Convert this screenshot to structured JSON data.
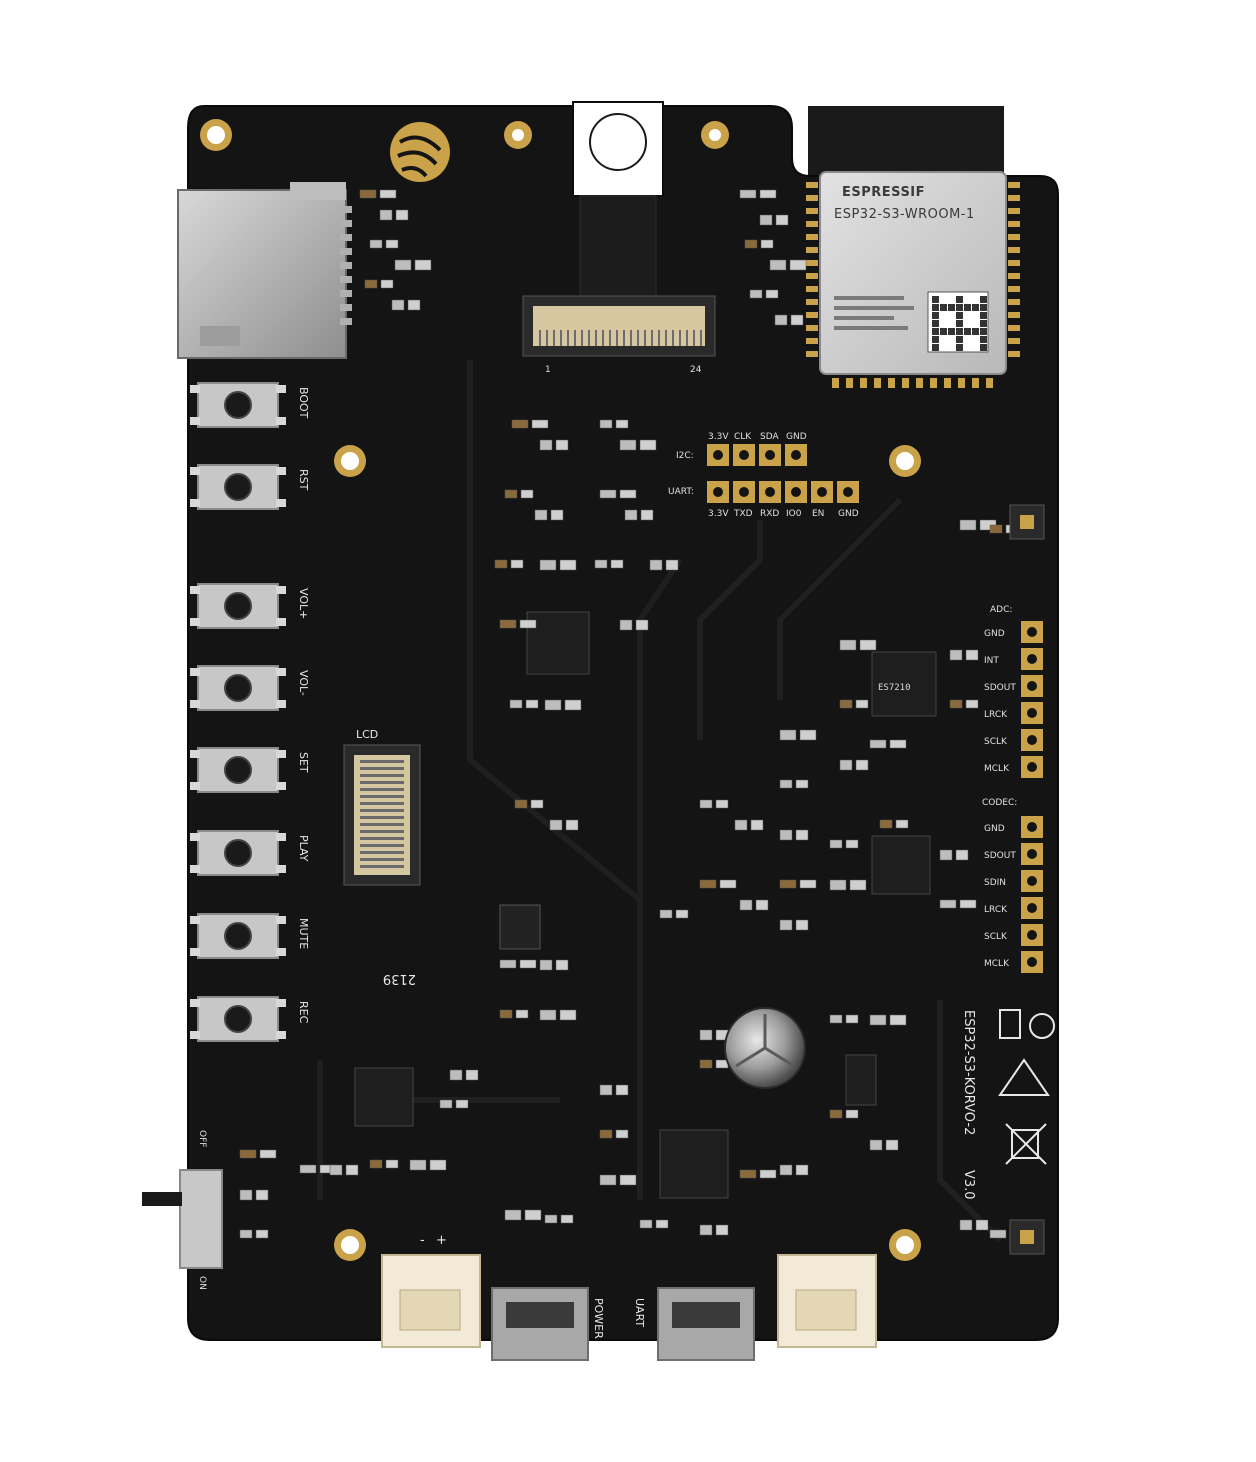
{
  "board": {
    "module_brand": "ESPRESSIF",
    "module_name": "ESP32-S3-WROOM-1",
    "board_name": "ESP32-S3-KORVO-2",
    "board_version": "V3.0",
    "date_code": "2139",
    "pcb_color": "#141414",
    "silk_color": "#e8e8e8",
    "gold_color": "#c9a24a"
  },
  "buttons": [
    {
      "label": "BOOT"
    },
    {
      "label": "RST"
    },
    {
      "label": "VOL+"
    },
    {
      "label": "VOL-"
    },
    {
      "label": "SET"
    },
    {
      "label": "PLAY"
    },
    {
      "label": "MUTE"
    },
    {
      "label": "REC"
    }
  ],
  "headers": {
    "i2c_label": "I2C:",
    "i2c_pins": [
      "3.3V",
      "CLK",
      "SDA",
      "GND"
    ],
    "uart_label": "UART:",
    "uart_pins": [
      "3.3V",
      "TXD",
      "RXD",
      "IO0",
      "EN",
      "GND"
    ],
    "adc_label": "ADC:",
    "adc_pins": [
      "GND",
      "INT",
      "SDOUT",
      "LRCK",
      "SCLK",
      "MCLK"
    ],
    "codec_label": "CODEC:",
    "codec_pins": [
      "GND",
      "SDOUT",
      "SDIN",
      "LRCK",
      "SCLK",
      "MCLK"
    ]
  },
  "connectors": {
    "lcd_label": "LCD",
    "power_label": "POWER",
    "uart_label": "UART",
    "switch_off": "OFF",
    "switch_on": "ON",
    "batt_minus": "-",
    "batt_plus": "+"
  }
}
